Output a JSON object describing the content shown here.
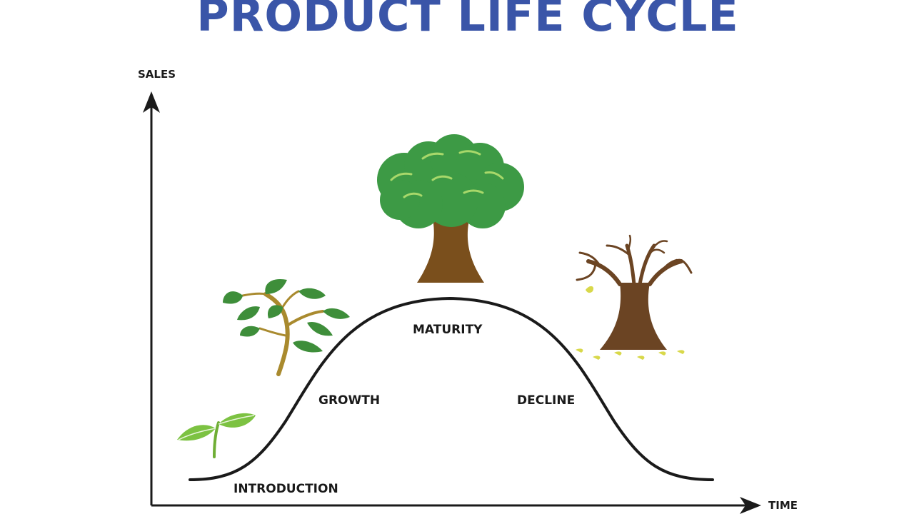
{
  "title": "PRODUCT LIFE CYCLE",
  "axes": {
    "y_label": "SALES",
    "x_label": "TIME"
  },
  "stages": {
    "introduction": "INTRODUCTION",
    "growth": "GROWTH",
    "maturity": "MATURITY",
    "decline": "DECLINE"
  },
  "icons": {
    "introduction": "seedling-icon",
    "growth": "sapling-branch-icon",
    "maturity": "full-tree-icon",
    "decline": "bare-tree-icon"
  },
  "colors": {
    "title": "#3a55a8",
    "curve": "#1a1a1a",
    "leaf_light": "#7cc242",
    "leaf_dark": "#3e8e3a",
    "crown": "#3d9a45",
    "trunk": "#7a4f1c",
    "dead_trunk": "#6b4423",
    "fallen_leaf": "#d8d84a"
  }
}
